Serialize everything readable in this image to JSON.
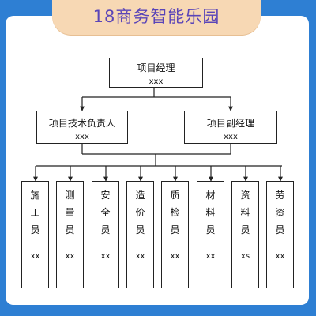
{
  "title": "18商务智能乐园",
  "root": {
    "title": "项目经理",
    "subtitle": "xxx"
  },
  "level2": [
    {
      "title": "项目技术负责人",
      "subtitle": "xxx"
    },
    {
      "title": "项目副经理",
      "subtitle": "xxx"
    }
  ],
  "staff": [
    {
      "chars": [
        "施",
        "工",
        "员"
      ],
      "code": "xx"
    },
    {
      "chars": [
        "测",
        "量",
        "员"
      ],
      "code": "xx"
    },
    {
      "chars": [
        "安",
        "全",
        "员"
      ],
      "code": "xx"
    },
    {
      "chars": [
        "造",
        "价",
        "员"
      ],
      "code": "xx"
    },
    {
      "chars": [
        "质",
        "检",
        "员"
      ],
      "code": "xx"
    },
    {
      "chars": [
        "材",
        "料",
        "员"
      ],
      "code": "xx"
    },
    {
      "chars": [
        "资",
        "料",
        "员"
      ],
      "code": "xs"
    },
    {
      "chars": [
        "劳",
        "资",
        "员"
      ],
      "code": "xx"
    }
  ],
  "colors": {
    "frame": "#2e7fd3",
    "banner": "#f7d8b4",
    "title_text": "#5a45b8",
    "stroke": "#222222"
  }
}
